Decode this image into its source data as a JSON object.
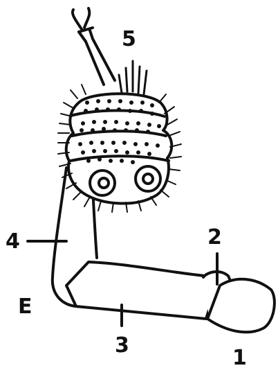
{
  "labels": {
    "n1": "1",
    "n2": "2",
    "n3": "3",
    "n4": "4",
    "n5": "5",
    "e": "E"
  },
  "colors": {
    "ink": "#111111",
    "paper": "#ffffff"
  }
}
